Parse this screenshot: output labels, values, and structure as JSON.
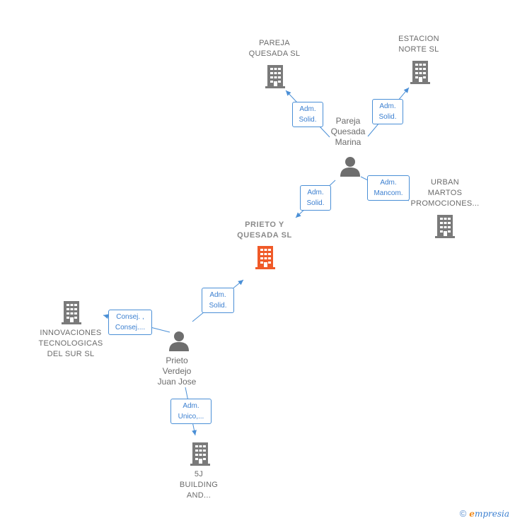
{
  "companies": {
    "focus": {
      "line1": "PRIETO Y",
      "line2": "QUESADA  SL"
    },
    "pareja": {
      "line1": "PAREJA",
      "line2": "QUESADA  SL"
    },
    "estacion": {
      "line1": "ESTACION",
      "line2": "NORTE  SL"
    },
    "urban": {
      "line1": "URBAN",
      "line2": "MARTOS",
      "line3": "PROMOCIONES..."
    },
    "innovaciones": {
      "line1": "INNOVACIONES",
      "line2": "TECNOLOGICAS",
      "line3": "DEL SUR SL"
    },
    "building": {
      "line1": "5J",
      "line2": "BUILDING",
      "line3": "AND..."
    }
  },
  "persons": {
    "marina": {
      "line1": "Pareja",
      "line2": "Quesada",
      "line3": "Marina"
    },
    "juanjose": {
      "line1": "Prieto",
      "line2": "Verdejo",
      "line3": "Juan Jose"
    }
  },
  "edges": {
    "marina_pareja": {
      "line1": "Adm.",
      "line2": "Solid."
    },
    "marina_estacion": {
      "line1": "Adm.",
      "line2": "Solid."
    },
    "marina_focus": {
      "line1": "Adm.",
      "line2": "Solid."
    },
    "marina_urban": {
      "line1": "Adm.",
      "line2": "Mancom."
    },
    "juanjose_focus": {
      "line1": "Adm.",
      "line2": "Solid."
    },
    "juanjose_innov": {
      "line1": "Consej. ,",
      "line2": "Consej...."
    },
    "juanjose_building": {
      "line1": "Adm.",
      "line2": "Unico,..."
    }
  },
  "footer": {
    "copyright": "©",
    "brand_e": "e",
    "brand_rest": "mpresia"
  },
  "colors": {
    "building": "#7a7a7a",
    "focus_building": "#f05a28",
    "person": "#6e6e6e",
    "edge": "#4a8fd6"
  }
}
